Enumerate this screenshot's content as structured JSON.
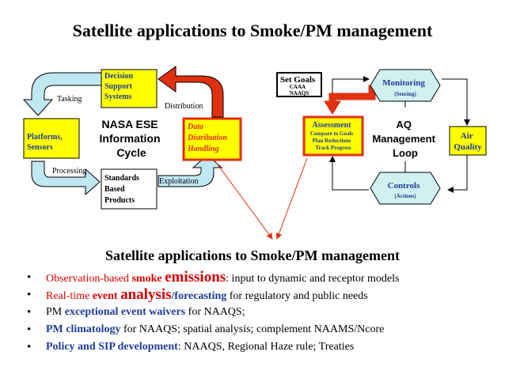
{
  "title": "Satellite applications to Smoke/PM management",
  "nasa_cycle": {
    "center_label": [
      "NASA ESE",
      "Information",
      "Cycle"
    ],
    "decision_box": [
      "Decision",
      "Support",
      "Systems"
    ],
    "platforms_box": [
      "Platforms,",
      "Sensors"
    ],
    "standards_box": [
      "Standards",
      "Based",
      "Products"
    ],
    "data_box": [
      "Data",
      "Distribution",
      "Handling"
    ],
    "tasking": "Tasking",
    "distribution": "Distribution",
    "processing": "Processing",
    "exploitation": "Exploitation"
  },
  "aq_loop": {
    "center_label": [
      "AQ",
      "Management",
      "Loop"
    ],
    "set_goals": {
      "title": "Set Goals",
      "lines": [
        "CAAA",
        "NAAQS"
      ]
    },
    "assessment": {
      "title": "Assessment",
      "lines": [
        "Compare to Goals",
        "Plan Reductions",
        "Track Progress"
      ]
    },
    "monitoring": {
      "title": "Monitoring",
      "sub": "(Sensing)"
    },
    "controls": {
      "title": "Controls",
      "sub": "(Actions)"
    },
    "air_quality": [
      "Air",
      "Quality"
    ]
  },
  "subtitle": "Satellite applications to Smoke/PM management",
  "bullets": [
    {
      "runs": [
        {
          "text": "Observation-based ",
          "style": "red"
        },
        {
          "text": "smoke ",
          "style": "red bold"
        },
        {
          "text": "emissions",
          "style": "red big"
        },
        {
          "text": ": input to dynamic and receptor models",
          "style": ""
        }
      ]
    },
    {
      "runs": [
        {
          "text": "Real-time ",
          "style": "red"
        },
        {
          "text": "event ",
          "style": "red bold"
        },
        {
          "text": "analysis",
          "style": "red big"
        },
        {
          "text": "/forecasting",
          "style": "blue bold"
        },
        {
          "text": " for regulatory and public needs",
          "style": ""
        }
      ]
    },
    {
      "runs": [
        {
          "text": "PM ",
          "style": ""
        },
        {
          "text": "exceptional event waivers",
          "style": "blue bold"
        },
        {
          "text": " for NAAQS;",
          "style": ""
        }
      ]
    },
    {
      "runs": [
        {
          "text": "PM climatology",
          "style": "blue bold"
        },
        {
          "text": " for NAAQS; spatial analysis; complement NAAMS/Ncore",
          "style": ""
        }
      ]
    },
    {
      "runs": [
        {
          "text": "Policy and SIP development",
          "style": "blue bold"
        },
        {
          "text": ": NAAQS, Regional Haze rule; Treaties",
          "style": ""
        }
      ]
    }
  ],
  "colors": {
    "cyan_arrow": "#bfe8f2",
    "red": "#e03010",
    "yellow": "#ffff00",
    "hex_fill": "#d0f0f0",
    "blue_text": "#1f3d99"
  }
}
